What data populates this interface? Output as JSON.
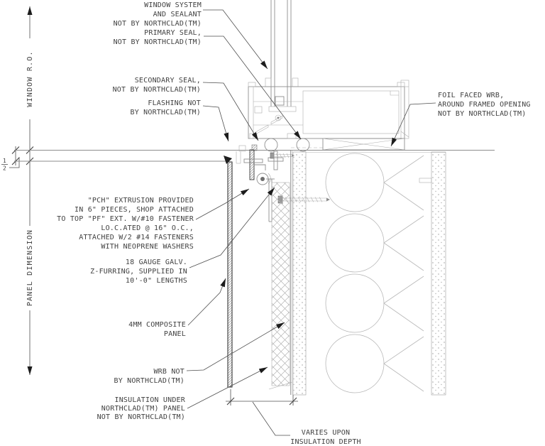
{
  "labels": {
    "window_system": [
      "WINDOW SYSTEM",
      "AND SEALANT",
      "NOT BY NORTHCLAD(TM)"
    ],
    "primary_seal": [
      "PRIMARY SEAL,",
      "NOT BY NORTHCLAD(TM)"
    ],
    "secondary_seal": [
      "SECONDARY SEAL,",
      "NOT BY NORTHCLAD(TM)"
    ],
    "flashing": [
      "FLASHING NOT",
      "BY NORTHCLAD(TM)"
    ],
    "foil_wrb": [
      "FOIL FACED WRB,",
      "AROUND FRAMED OPENING",
      "NOT BY NORTHCLAD(TM)"
    ],
    "pch_extrusion": [
      "\"PCH\" EXTRUSION PROVIDED",
      "IN 6\" PIECES, SHOP ATTACHED",
      "TO TOP \"PF\" EXT. W/#10 FASTENER",
      "LO.C.ATED @ 16\" O.C.,",
      "ATTACHED W/2 #14 FASTENERS",
      "WITH NEOPRENE WASHERS"
    ],
    "z_furring": [
      "18 GAUGE GALV.",
      "Z-FURRING, SUPPLIED IN",
      "10'-0\" LENGTHS"
    ],
    "composite_panel": [
      "4MM COMPOSITE",
      "PANEL"
    ],
    "wrb": [
      "WRB NOT",
      "BY NORTHCLAD(TM)"
    ],
    "insulation_under": [
      "INSULATION UNDER",
      "NORTHCLAD(TM) PANEL",
      "NOT BY NORTHCLAD(TM)"
    ],
    "varies": [
      "VARIES UPON",
      "INSULATION DEPTH"
    ]
  },
  "dimensions": {
    "window_ro": "WINDOW R.O.",
    "panel_dimension": "PANEL DIMENSION",
    "half_numerator": "1",
    "half_denominator": "2"
  },
  "colors": {
    "background": "#ffffff",
    "line": "#8e8e8e",
    "dark_line": "#2b2b2b",
    "leader": "#4f4f4f",
    "text": "#414141"
  }
}
